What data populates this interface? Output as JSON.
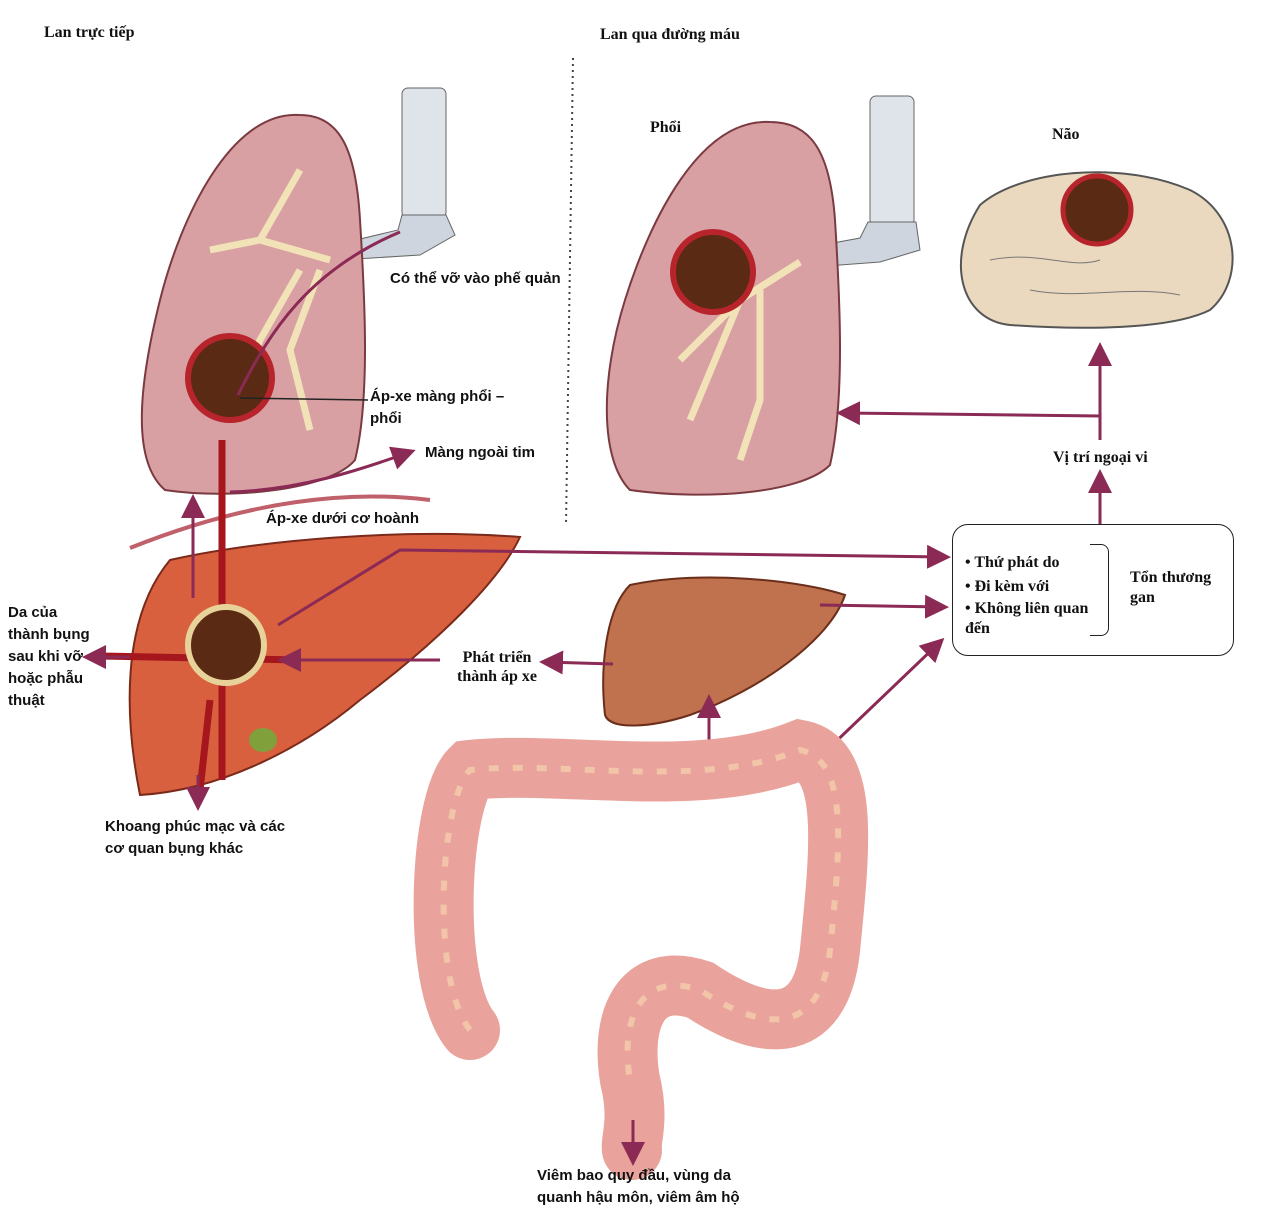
{
  "headers": {
    "direct": "Lan trực tiếp",
    "blood": "Lan qua đường máu"
  },
  "labels": {
    "lung": "Phổi",
    "brain": "Não",
    "bronchus_rupture": "Có thể vỡ vào phế quản",
    "pleuropulmonary": "Áp-xe màng phổi – phổi",
    "pericardium": "Màng ngoài tim",
    "subphrenic": "Áp-xe dưới cơ hoành",
    "skin": "Da của thành bụng sau khi vỡ hoặc phẫu thuật",
    "develop_abscess": "Phát triển thành áp xe",
    "peritoneum": "Khoang phúc mạc và các cơ quan bụng khác",
    "peripheral": "Vị trí ngoại vi",
    "perianal": "Viêm bao quy đầu, vùng da quanh hậu môn, viêm âm hộ"
  },
  "liver_lesion_box": {
    "items": [
      "Thứ phát do",
      "Đi kèm với",
      "Không liên quan đến"
    ],
    "title": "Tổn thương gan"
  },
  "colors": {
    "arrow": "#8b2a55",
    "lung": "#d9a0a4",
    "liver": "#d9603e",
    "colon": "#e9a39c",
    "brain": "#ead9bf",
    "abscess": "#5a2a14"
  }
}
